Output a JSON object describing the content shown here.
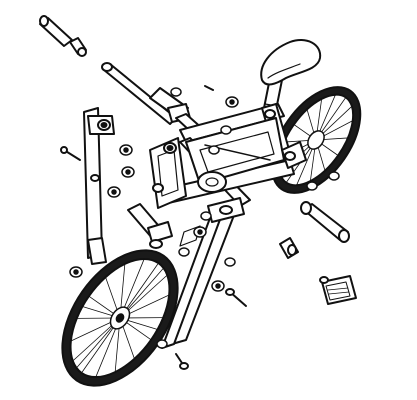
{
  "colors": {
    "background": "#ffffff",
    "ink": "#111111",
    "tire": "#1a1a1a",
    "paper": "#ffffff"
  },
  "parts": [
    {
      "id": "rear-wheel",
      "icon": "wheel-icon"
    },
    {
      "id": "front-wheel",
      "icon": "wheel-icon"
    },
    {
      "id": "frame",
      "icon": "bike-frame-icon"
    },
    {
      "id": "saddle",
      "icon": "saddle-icon"
    },
    {
      "id": "seat-post",
      "icon": "seat-post-icon"
    },
    {
      "id": "front-fork",
      "icon": "fork-icon"
    },
    {
      "id": "left-stay",
      "icon": "stay-icon"
    },
    {
      "id": "handlebar",
      "icon": "handlebar-icon"
    },
    {
      "id": "grip",
      "icon": "grip-icon"
    },
    {
      "id": "pedal",
      "icon": "pedal-icon"
    },
    {
      "id": "crank",
      "icon": "crank-icon"
    },
    {
      "id": "bolts-and-nuts",
      "icon": "bolt-icon"
    },
    {
      "id": "pins",
      "icon": "pin-icon"
    }
  ]
}
